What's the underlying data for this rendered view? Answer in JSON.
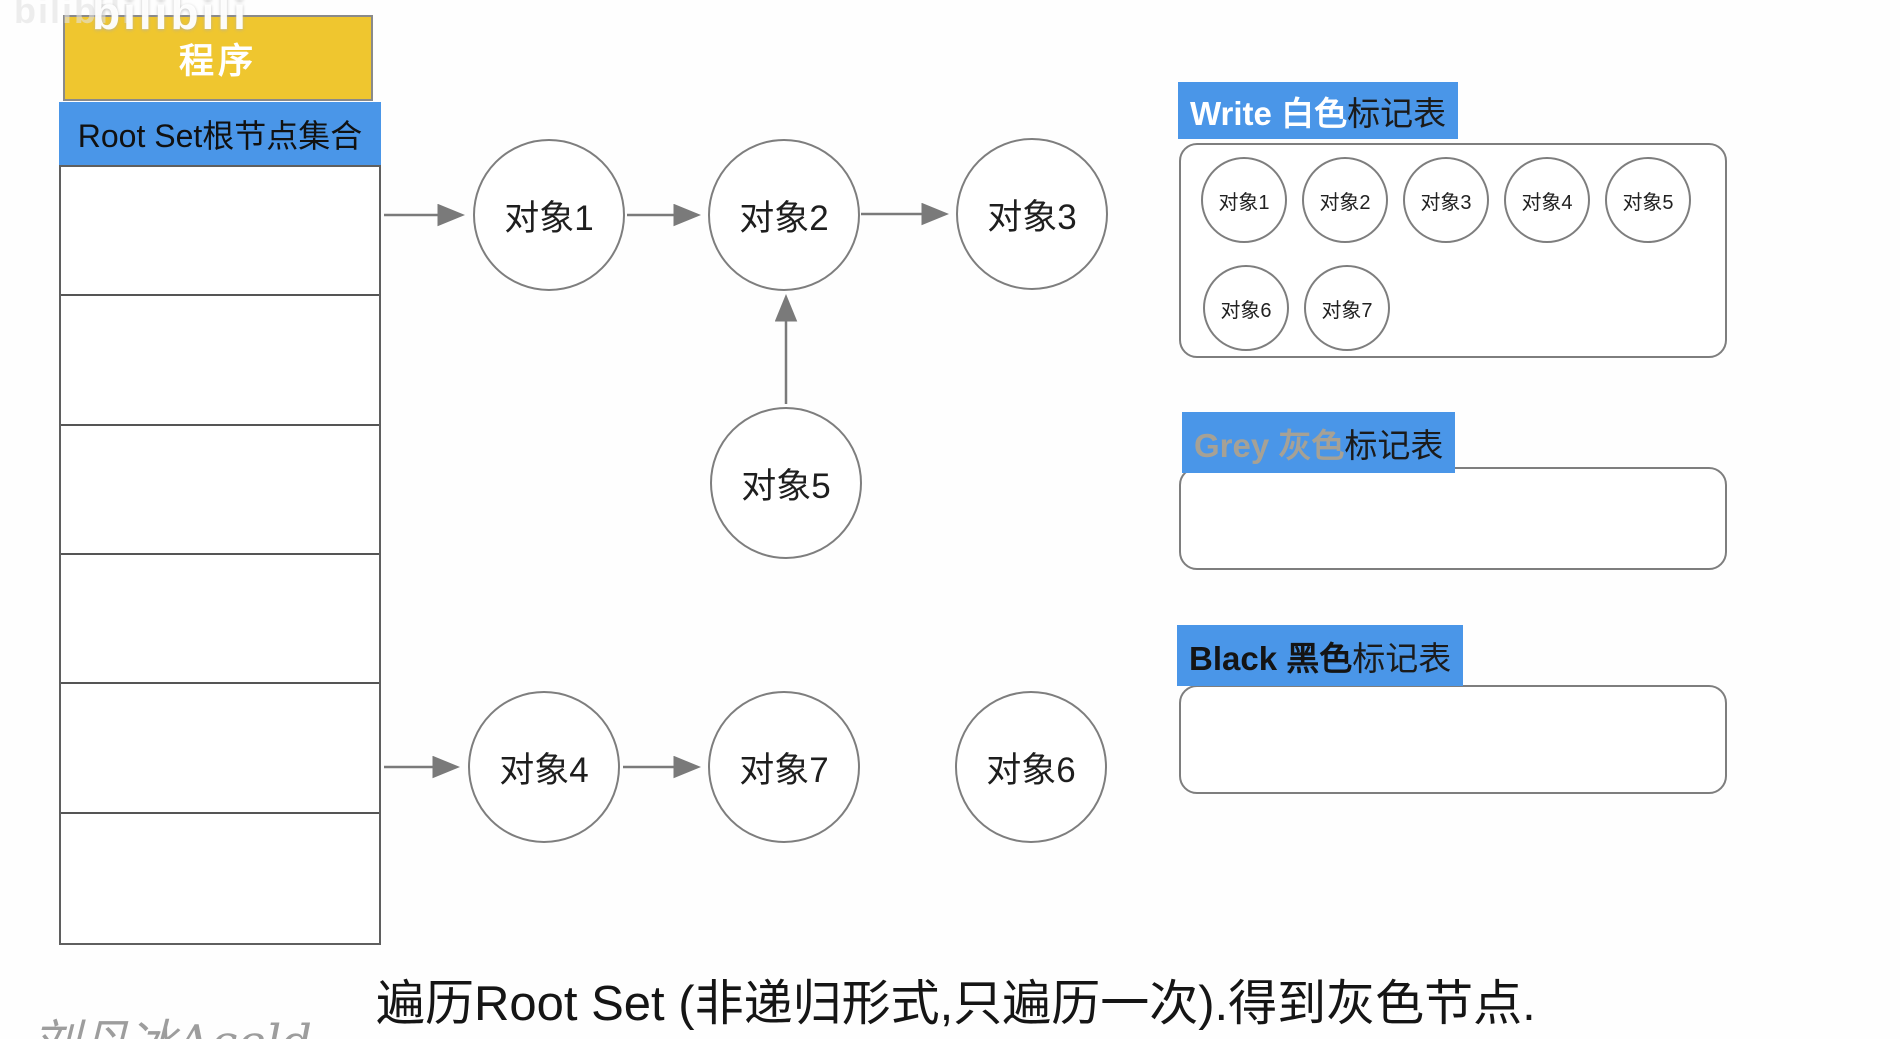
{
  "watermarks": {
    "bilibili": "bilibili",
    "author": "刘丹冰Aceld"
  },
  "program_stack": {
    "header": "程序",
    "root_set": "Root Set根节点集合"
  },
  "graph_nodes": {
    "obj1": "对象1",
    "obj2": "对象2",
    "obj3": "对象3",
    "obj4": "对象4",
    "obj5": "对象5",
    "obj6": "对象6",
    "obj7": "对象7"
  },
  "mark_tables": {
    "white": {
      "title_highlight": "Write 白色",
      "title_rest": "标记表",
      "items": [
        "对象1",
        "对象2",
        "对象3",
        "对象4",
        "对象5",
        "对象6",
        "对象7"
      ]
    },
    "grey": {
      "title_highlight": "Grey 灰色",
      "title_rest": "标记表",
      "items": []
    },
    "black": {
      "title_highlight": "Black 黑色",
      "title_rest": "标记表",
      "items": []
    }
  },
  "caption": "遍历Root Set (非递归形式,只遍历一次).得到灰色节点.",
  "colors": {
    "accent_blue": "#4a96e8",
    "accent_yellow": "#efc62f",
    "grey_title_text": "#a6a195",
    "node_border": "#7e7e7e"
  }
}
